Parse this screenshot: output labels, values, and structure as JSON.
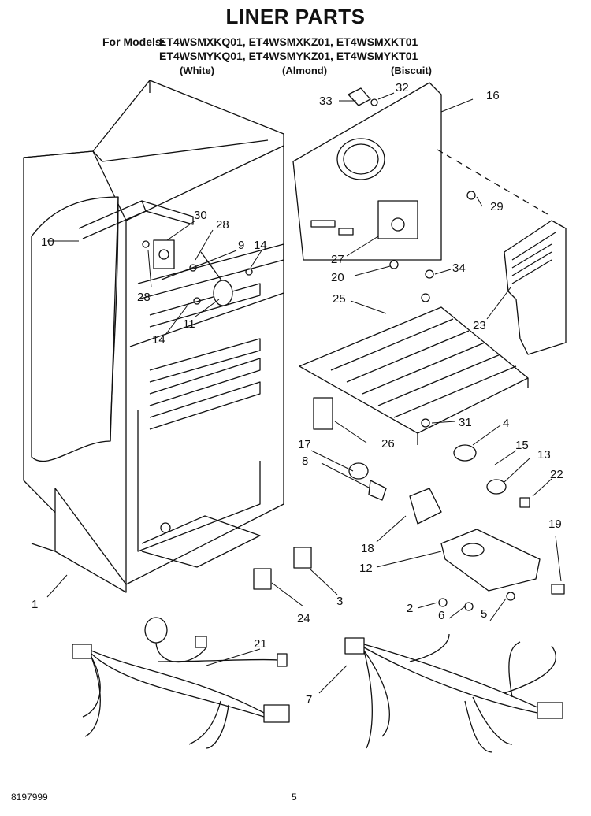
{
  "header": {
    "title": "LINER PARTS",
    "models_label": "For Models:",
    "models_row1": "ET4WSMXKQ01, ET4WSMXKZ01, ET4WSMXKT01",
    "models_row2": "ET4WSMYKQ01, ET4WSMYKZ01, ET4WSMYKT01",
    "color_white": "(White)",
    "color_almond": "(Almond)",
    "color_biscuit": "(Biscuit)"
  },
  "footer": {
    "doc_number": "8197999",
    "page_number": "5"
  },
  "callouts": [
    "1",
    "2",
    "3",
    "4",
    "5",
    "6",
    "7",
    "8",
    "9",
    "10",
    "11",
    "12",
    "13",
    "14",
    "14",
    "15",
    "16",
    "17",
    "18",
    "19",
    "20",
    "21",
    "22",
    "23",
    "24",
    "25",
    "26",
    "27",
    "28",
    "28",
    "29",
    "30",
    "31",
    "32",
    "33",
    "34"
  ]
}
